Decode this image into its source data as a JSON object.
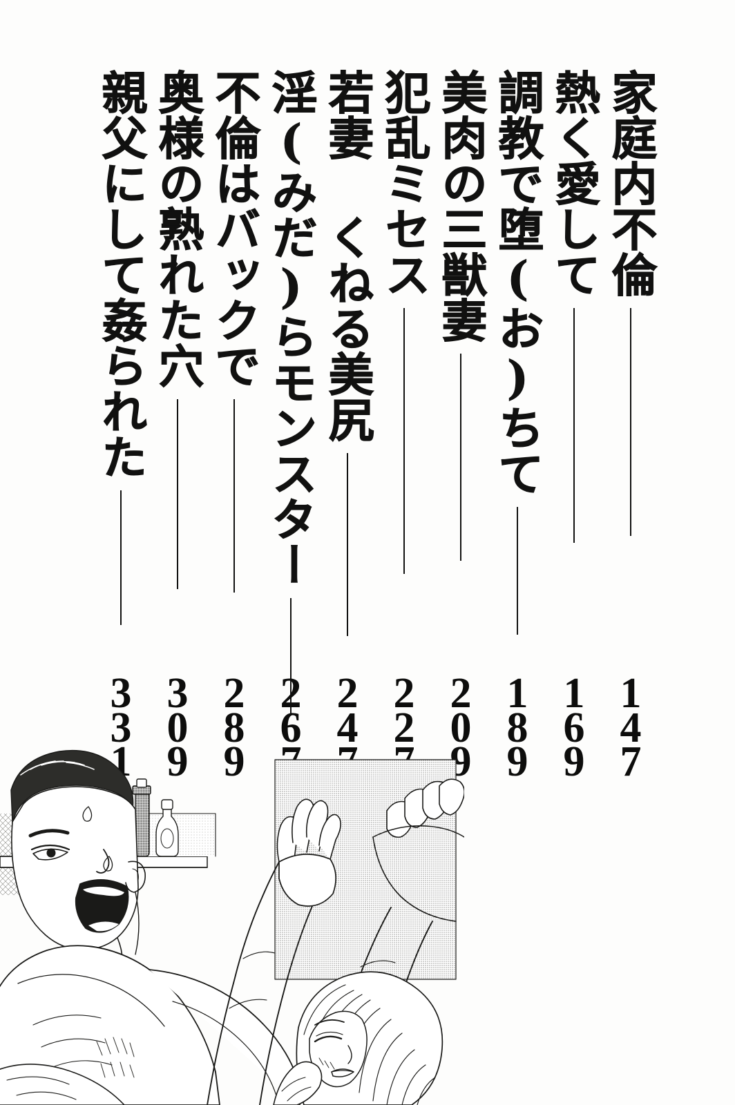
{
  "page": {
    "kind": "manga-table-of-contents",
    "background_color": "#fdfdfc",
    "ink_color": "#111110"
  },
  "contents": {
    "entries": [
      {
        "title": "家庭内不倫",
        "page": "147",
        "digits": [
          "1",
          "4",
          "7"
        ],
        "leader_height": 330
      },
      {
        "title": "熱く愛して",
        "page": "169",
        "digits": [
          "1",
          "6",
          "9"
        ],
        "leader_height": 340
      },
      {
        "title": "調教で堕(お)ちて",
        "page": "189",
        "digits": [
          "1",
          "8",
          "9"
        ],
        "leader_height": 185
      },
      {
        "title": "美肉の三獣妻",
        "page": "209",
        "digits": [
          "2",
          "0",
          "9"
        ],
        "leader_height": 300
      },
      {
        "title": "犯乱ミセス",
        "page": "227",
        "digits": [
          "2",
          "2",
          "7"
        ],
        "leader_height": 385
      },
      {
        "title": "若妻 くねる美尻",
        "page": "247",
        "digits": [
          "2",
          "4",
          "7"
        ],
        "leader_height": 265
      },
      {
        "title": "淫(みだ)らモンスター",
        "page": "267",
        "digits": [
          "2",
          "6",
          "7"
        ],
        "leader_height": 170
      },
      {
        "title": "不倫はバックで",
        "page": "289",
        "digits": [
          "2",
          "8",
          "9"
        ],
        "leader_height": 280
      },
      {
        "title": "奥様の熟れた穴",
        "page": "309",
        "digits": [
          "3",
          "0",
          "9"
        ],
        "leader_height": 275
      },
      {
        "title": "親父にして姦られた",
        "page": "331",
        "digits": [
          "3",
          "3",
          "1"
        ],
        "leader_height": 195
      }
    ]
  },
  "illustration": {
    "description": "manga-panel-illustration",
    "caption": "Halftone line-art manga panel of figures, bottles on a shelf, and a patterned wall"
  }
}
